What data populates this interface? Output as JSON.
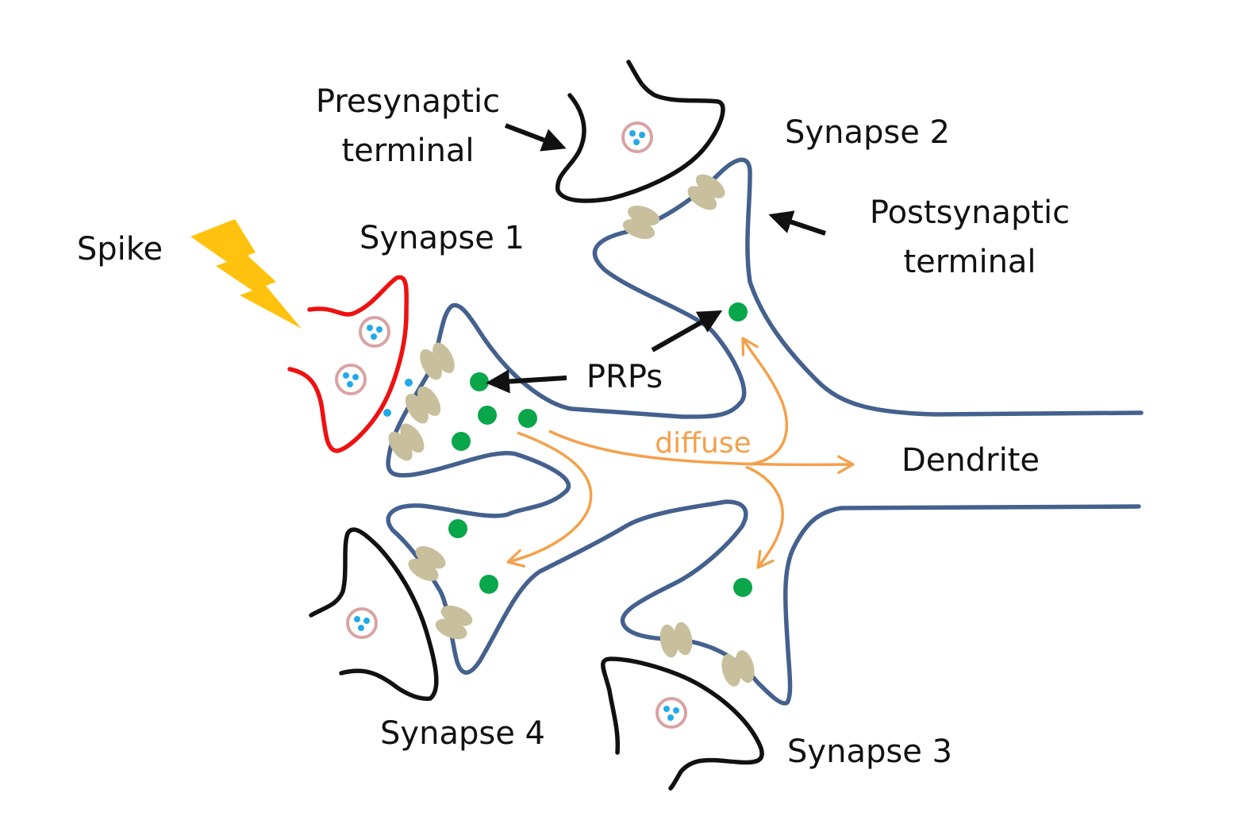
{
  "labels": {
    "presynaptic_line1": "Presynaptic",
    "presynaptic_line2": "terminal",
    "synapse_2": "Synapse 2",
    "postsynaptic_line1": "Postsynaptic",
    "postsynaptic_line2": "terminal",
    "spike": "Spike",
    "synapse_1": "Synapse 1",
    "prps": "PRPs",
    "diffuse": "diffuse",
    "dendrite": "Dendrite",
    "synapse_4": "Synapse 4",
    "synapse_3": "Synapse 3"
  },
  "colors": {
    "dendrite_outline": "#44618e",
    "active_presynaptic": "#ee1111",
    "inactive_presynaptic": "#111111",
    "spike_bolt": "#ffc20e",
    "receptor": "#c8bf9c",
    "prp": "#0aa64a",
    "vesicle_ring": "#d9a3a3",
    "neurotransmitter": "#23a9e9",
    "diffuse_arrow": "#f4a04b",
    "pointer_arrow": "#111111"
  },
  "icons": {
    "spike": "lightning-bolt-icon",
    "vesicle": "vesicle-icon",
    "receptor": "receptor-icon",
    "prp": "prp-dot-icon"
  }
}
